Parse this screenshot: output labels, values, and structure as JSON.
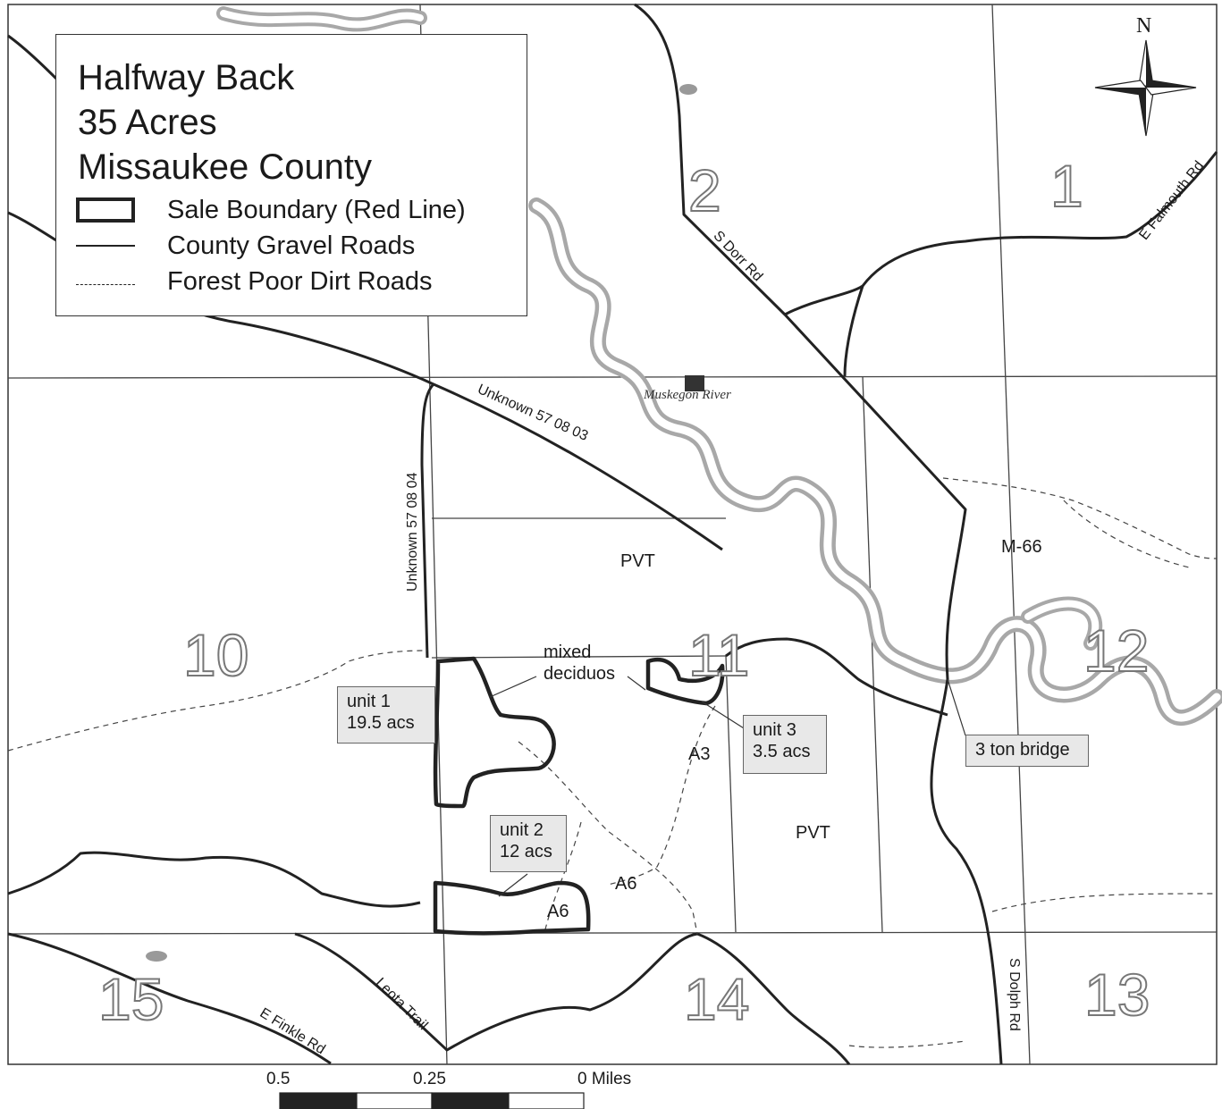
{
  "legend": {
    "title_line1": "Halfway Back",
    "title_line2": "35 Acres",
    "title_line3": "Missaukee County",
    "sale_boundary": "Sale Boundary (Red Line)",
    "county_roads": "County Gravel Roads",
    "forest_roads": "Forest Poor Dirt Roads"
  },
  "sections": {
    "s1": "1",
    "s2": "2",
    "s10": "10",
    "s11": "11",
    "s12": "12",
    "s13": "13",
    "s14": "14",
    "s15": "15"
  },
  "roads": {
    "s_dorr": "S Dorr Rd",
    "e_falmouth": "E Falmouth Rd",
    "unknown_570803": "Unknown 57 08 03",
    "unknown_570804": "Unknown 57 08 04",
    "m66": "M-66",
    "leota": "Leota Trail",
    "e_finkle": "E Finkle Rd",
    "s_dolph": "S Dolph Rd"
  },
  "river": "Muskegon River",
  "labels": {
    "pvt_north": "PVT",
    "pvt_south": "PVT",
    "mixed": "mixed\ndeciduos",
    "a3": "A3",
    "a6_east": "A6",
    "a6_unit2": "A6"
  },
  "units": {
    "unit1": "unit 1\n19.5 acs",
    "unit2": "unit 2\n12 acs",
    "unit3": "unit 3\n3.5 acs",
    "bridge": "3 ton bridge"
  },
  "compass": {
    "north": "N"
  },
  "scale": {
    "label_05": "0.5",
    "label_025": "0.25",
    "label_0": "0 Miles"
  },
  "colors": {
    "river": "#b0b0b0",
    "boundary": "#222222",
    "road": "#222222"
  }
}
